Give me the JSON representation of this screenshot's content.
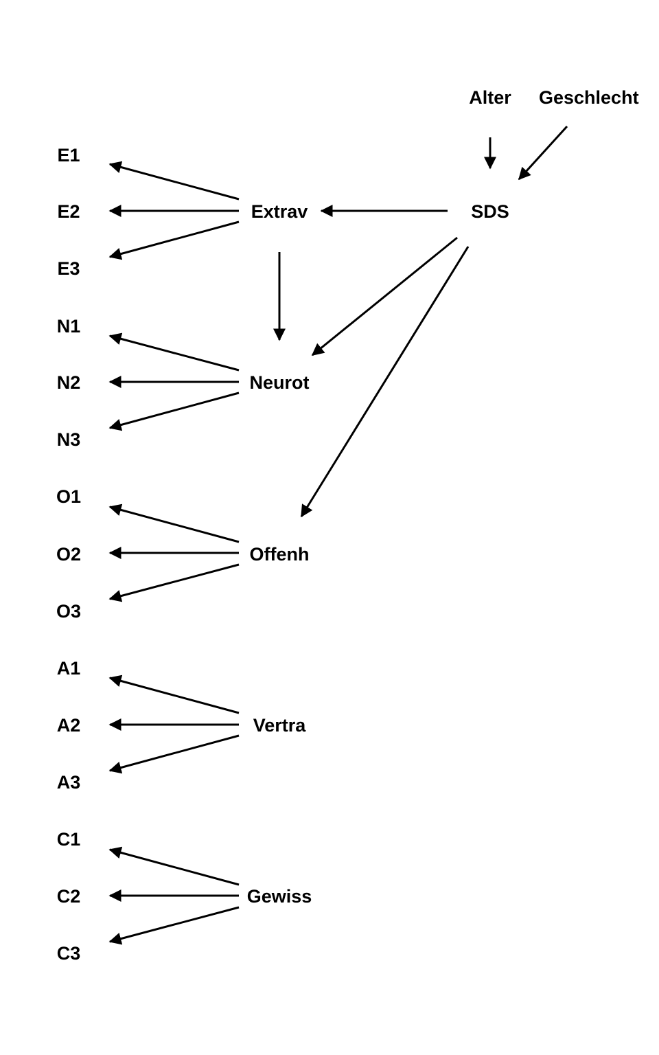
{
  "nodes": {
    "alter": "Alter",
    "geschlecht": "Geschlecht",
    "sds": "SDS",
    "extrav": "Extrav",
    "neurot": "Neurot",
    "offenh": "Offenh",
    "vertra": "Vertra",
    "gewiss": "Gewiss",
    "e1": "E1",
    "e2": "E2",
    "e3": "E3",
    "n1": "N1",
    "n2": "N2",
    "n3": "N3",
    "o1": "O1",
    "o2": "O2",
    "o3": "O3",
    "a1": "A1",
    "a2": "A2",
    "a3": "A3",
    "c1": "C1",
    "c2": "C2",
    "c3": "C3"
  },
  "edges": [
    {
      "from": "alter",
      "to": "sds"
    },
    {
      "from": "geschlecht",
      "to": "sds"
    },
    {
      "from": "sds",
      "to": "extrav"
    },
    {
      "from": "sds",
      "to": "neurot"
    },
    {
      "from": "sds",
      "to": "offenh"
    },
    {
      "from": "extrav",
      "to": "neurot"
    },
    {
      "from": "extrav",
      "to": "e1"
    },
    {
      "from": "extrav",
      "to": "e2"
    },
    {
      "from": "extrav",
      "to": "e3"
    },
    {
      "from": "neurot",
      "to": "n1"
    },
    {
      "from": "neurot",
      "to": "n2"
    },
    {
      "from": "neurot",
      "to": "n3"
    },
    {
      "from": "offenh",
      "to": "o1"
    },
    {
      "from": "offenh",
      "to": "o2"
    },
    {
      "from": "offenh",
      "to": "o3"
    },
    {
      "from": "vertra",
      "to": "a1"
    },
    {
      "from": "vertra",
      "to": "a2"
    },
    {
      "from": "vertra",
      "to": "a3"
    },
    {
      "from": "gewiss",
      "to": "c1"
    },
    {
      "from": "gewiss",
      "to": "c2"
    },
    {
      "from": "gewiss",
      "to": "c3"
    }
  ]
}
